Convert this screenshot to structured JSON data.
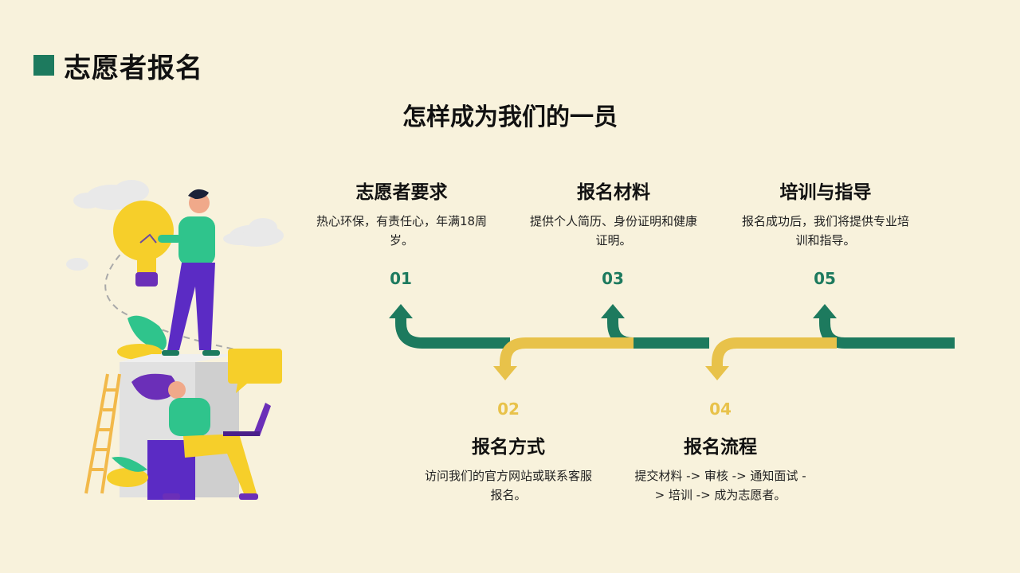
{
  "header": {
    "title": "志愿者报名"
  },
  "subtitle": "怎样成为我们的一员",
  "steps": [
    {
      "num": "01",
      "title": "志愿者要求",
      "desc": "热心环保，有责任心，年满18周岁。"
    },
    {
      "num": "02",
      "title": "报名方式",
      "desc": "访问我们的官方网站或联系客服报名。"
    },
    {
      "num": "03",
      "title": "报名材料",
      "desc": "提供个人简历、身份证明和健康证明。"
    },
    {
      "num": "04",
      "title": "报名流程",
      "desc": "提交材料 -> 审核 -> 通知面试 -> 培训 -> 成为志愿者。"
    },
    {
      "num": "05",
      "title": "培训与指导",
      "desc": "报名成功后，我们将提供专业培训和指导。"
    }
  ],
  "colors": {
    "accent_green": "#1d7a5e",
    "accent_yellow": "#e8c24a",
    "background": "#f8f2dc"
  },
  "icons": {
    "illustration": "volunteers-lightbulb-laptop-illustration"
  }
}
